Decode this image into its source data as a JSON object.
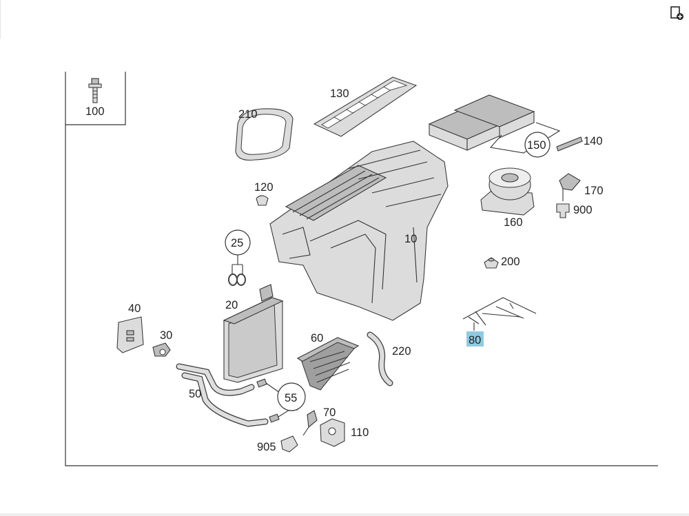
{
  "toolbar": {
    "action_icon": "document-add-icon"
  },
  "diagram": {
    "labels": {
      "p100": "100",
      "p130": "130",
      "p210": "210",
      "p150": "150",
      "p140": "140",
      "p120": "120",
      "p170": "170",
      "p900": "900",
      "p160": "160",
      "p10": "10",
      "p25": "25",
      "p200": "200",
      "p40": "40",
      "p20": "20",
      "p80": "80",
      "p30": "30",
      "p60": "60",
      "p220": "220",
      "p50": "50",
      "p55": "55",
      "p70": "70",
      "p110": "110",
      "p905": "905"
    },
    "highlight_color": "#8fcbe0"
  }
}
